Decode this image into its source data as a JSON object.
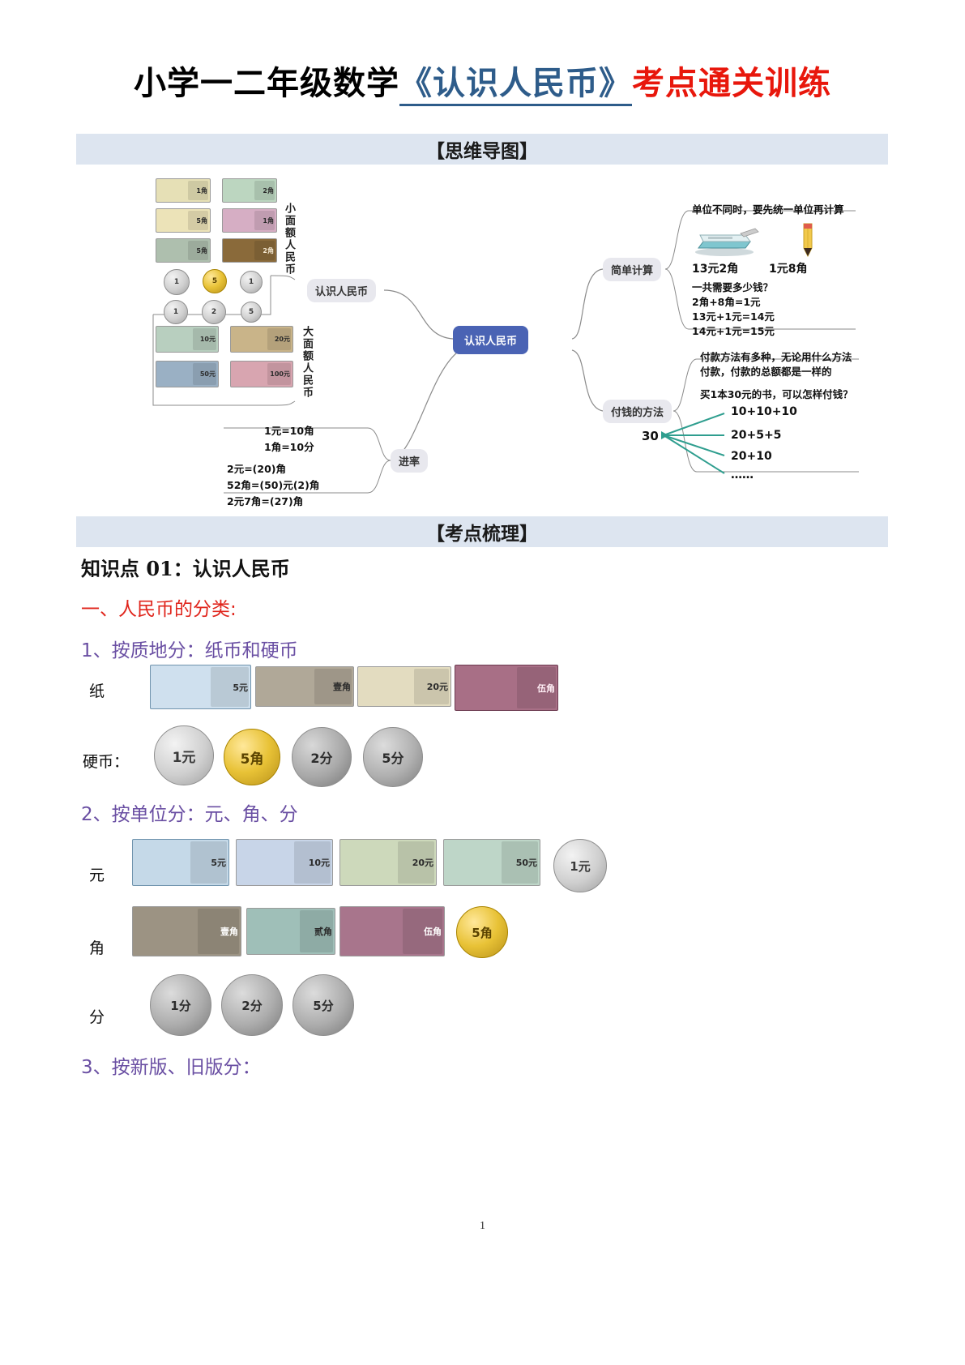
{
  "title": {
    "part_black": "小学一二年级数学",
    "part_blue": "《认识人民币》",
    "part_red": "考点通关训练"
  },
  "banners": {
    "mindmap": "【思维导图】",
    "review": "【考点梳理】"
  },
  "mindmap": {
    "center": "认识人民币",
    "nodes": {
      "recognize": "认识人民币",
      "simple_calc": "简单计算",
      "payment": "付钱的方法",
      "conversion": "进率"
    },
    "vertical_labels": {
      "small": "小面额人民币",
      "large": "大面额人民币"
    },
    "simple_calc": {
      "rule": "单位不同时，要先统一单位再计算",
      "items": [
        "13元2角",
        "1元8角"
      ],
      "question": "一共需要多少钱？",
      "steps": [
        "2角+8角=1元",
        "13元+1元=14元",
        "14元+1元=15元"
      ]
    },
    "payment": {
      "rule_line1": "付款方法有多种，无论用什么方法",
      "rule_line2": "付款，付款的总额都是一样的",
      "question": "买1本30元的书，可以怎样付钱？",
      "amount": "30",
      "options": [
        "10+10+10",
        "20+5+5",
        "20+10",
        "……"
      ]
    },
    "conversion": {
      "rules": [
        "1元=10角",
        "1角=10分"
      ],
      "examples": [
        "2元=(20)角",
        "52角=(50)元(2)角",
        "2元7角=(27)角"
      ]
    },
    "small_notes": [
      "1角",
      "2角",
      "5角",
      "1角",
      "5角",
      "2角",
      "1角"
    ],
    "large_notes": [
      "10元",
      "20元",
      "50元",
      "100元"
    ]
  },
  "content": {
    "knowledge_point": "知识点 01：认识人民币",
    "heading_red": "一、人民币的分类:",
    "sub1": "1、按质地分：纸币和硬币",
    "sub2": "2、按单位分：元、角、分",
    "sub3": "3、按新版、旧版分：",
    "labels": {
      "paper": "纸",
      "coin": "硬币：",
      "yuan": "元",
      "jiao": "角",
      "fen": "分"
    },
    "row_paper_notes": [
      "5元",
      "壹角",
      "20元",
      "伍角"
    ],
    "row_coins": [
      "1元",
      "5角",
      "2分",
      "5分"
    ],
    "row_yuan": [
      "5元",
      "10元",
      "20元",
      "50元",
      "1元"
    ],
    "row_jiao": [
      "壹角",
      "贰角",
      "伍角",
      "5角"
    ],
    "row_fen": [
      "1分",
      "2分",
      "5分"
    ]
  },
  "page_number": "1",
  "colors": {
    "banner_bg": "#dde5f0",
    "title_blue": "#2e5c8a",
    "title_red": "#e8170c",
    "heading_red": "#e0251c",
    "heading_purple": "#6a4fa3",
    "mindmap_center": "#4a63b4",
    "mindmap_node": "#e8e8ee",
    "payment_arrow": "#2f9e8f"
  }
}
